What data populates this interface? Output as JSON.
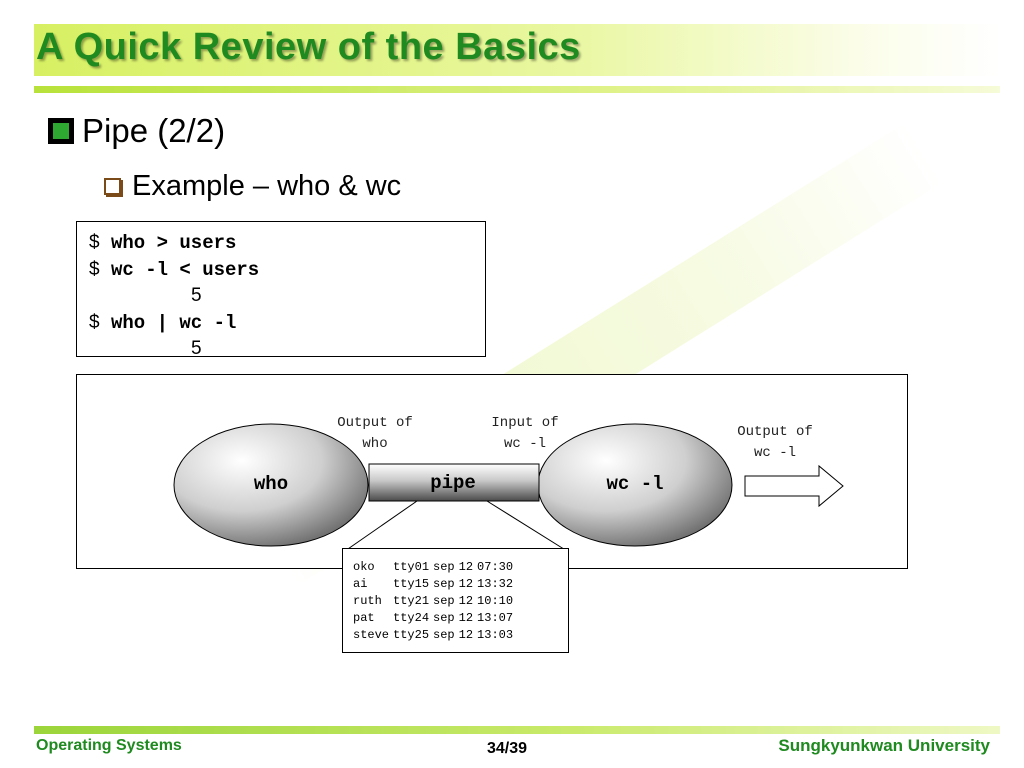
{
  "slide": {
    "title": "A Quick Review of the Basics",
    "bullet1": "Pipe (2/2)",
    "bullet2": "Example – who & wc"
  },
  "code": {
    "lines": [
      {
        "prompt": "$",
        "command": "who > users"
      },
      {
        "prompt": "$",
        "command": "wc -l < users"
      },
      {
        "result": "5"
      },
      {
        "prompt": "$",
        "command": "who | wc -l"
      },
      {
        "result": "5"
      }
    ]
  },
  "diagram": {
    "left_process": "who",
    "pipe": "pipe",
    "right_process": "wc -l",
    "output_of_who": "Output of\nwho",
    "input_of_wc": "Input of\nwc -l",
    "output_of_wc": "Output of\nwc -l"
  },
  "who_output": {
    "rows": [
      [
        "oko",
        "tty01",
        "sep",
        "12",
        "07:30"
      ],
      [
        "ai",
        "tty15",
        "sep",
        "12",
        "13:32"
      ],
      [
        "ruth",
        "tty21",
        "sep",
        "12",
        "10:10"
      ],
      [
        "pat",
        "tty24",
        "sep",
        "12",
        "13:07"
      ],
      [
        "steve",
        "tty25",
        "sep",
        "12",
        "13:03"
      ]
    ]
  },
  "footer": {
    "left": "Operating Systems",
    "center": "34/39",
    "right": "Sungkyunkwan University"
  },
  "colors": {
    "title_green": "#1f8a1f",
    "band_lime": "#d7f062",
    "bullet_green": "#2fa832"
  }
}
